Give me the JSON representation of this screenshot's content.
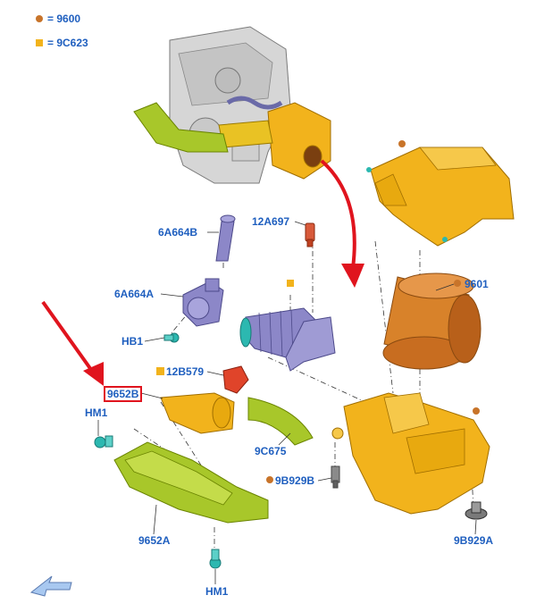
{
  "legend": [
    {
      "marker": "circle",
      "color": "#c8742a",
      "code": "9600"
    },
    {
      "marker": "square",
      "color": "#f2b31c",
      "code": "9C623"
    }
  ],
  "callouts": {
    "c6A664B": "6A664B",
    "c12A697": "12A697",
    "c9601": "9601",
    "c6A664A": "6A664A",
    "cHB1": "HB1",
    "c12B579": "12B579",
    "c9652B": "9652B",
    "cHM1a": "HM1",
    "c9C675": "9C675",
    "c9B929B": "9B929B",
    "c9652A": "9652A",
    "c9B929A": "9B929A",
    "cHM1b": "HM1"
  },
  "colors": {
    "label": "#1f5fbf",
    "highlight": "#e0141e",
    "housing": "#f2b31c",
    "duct_green": "#a8c72a",
    "hose_purple": "#8c87c8",
    "filter_orange": "#d8822a",
    "clip_teal": "#2cb8b0"
  }
}
